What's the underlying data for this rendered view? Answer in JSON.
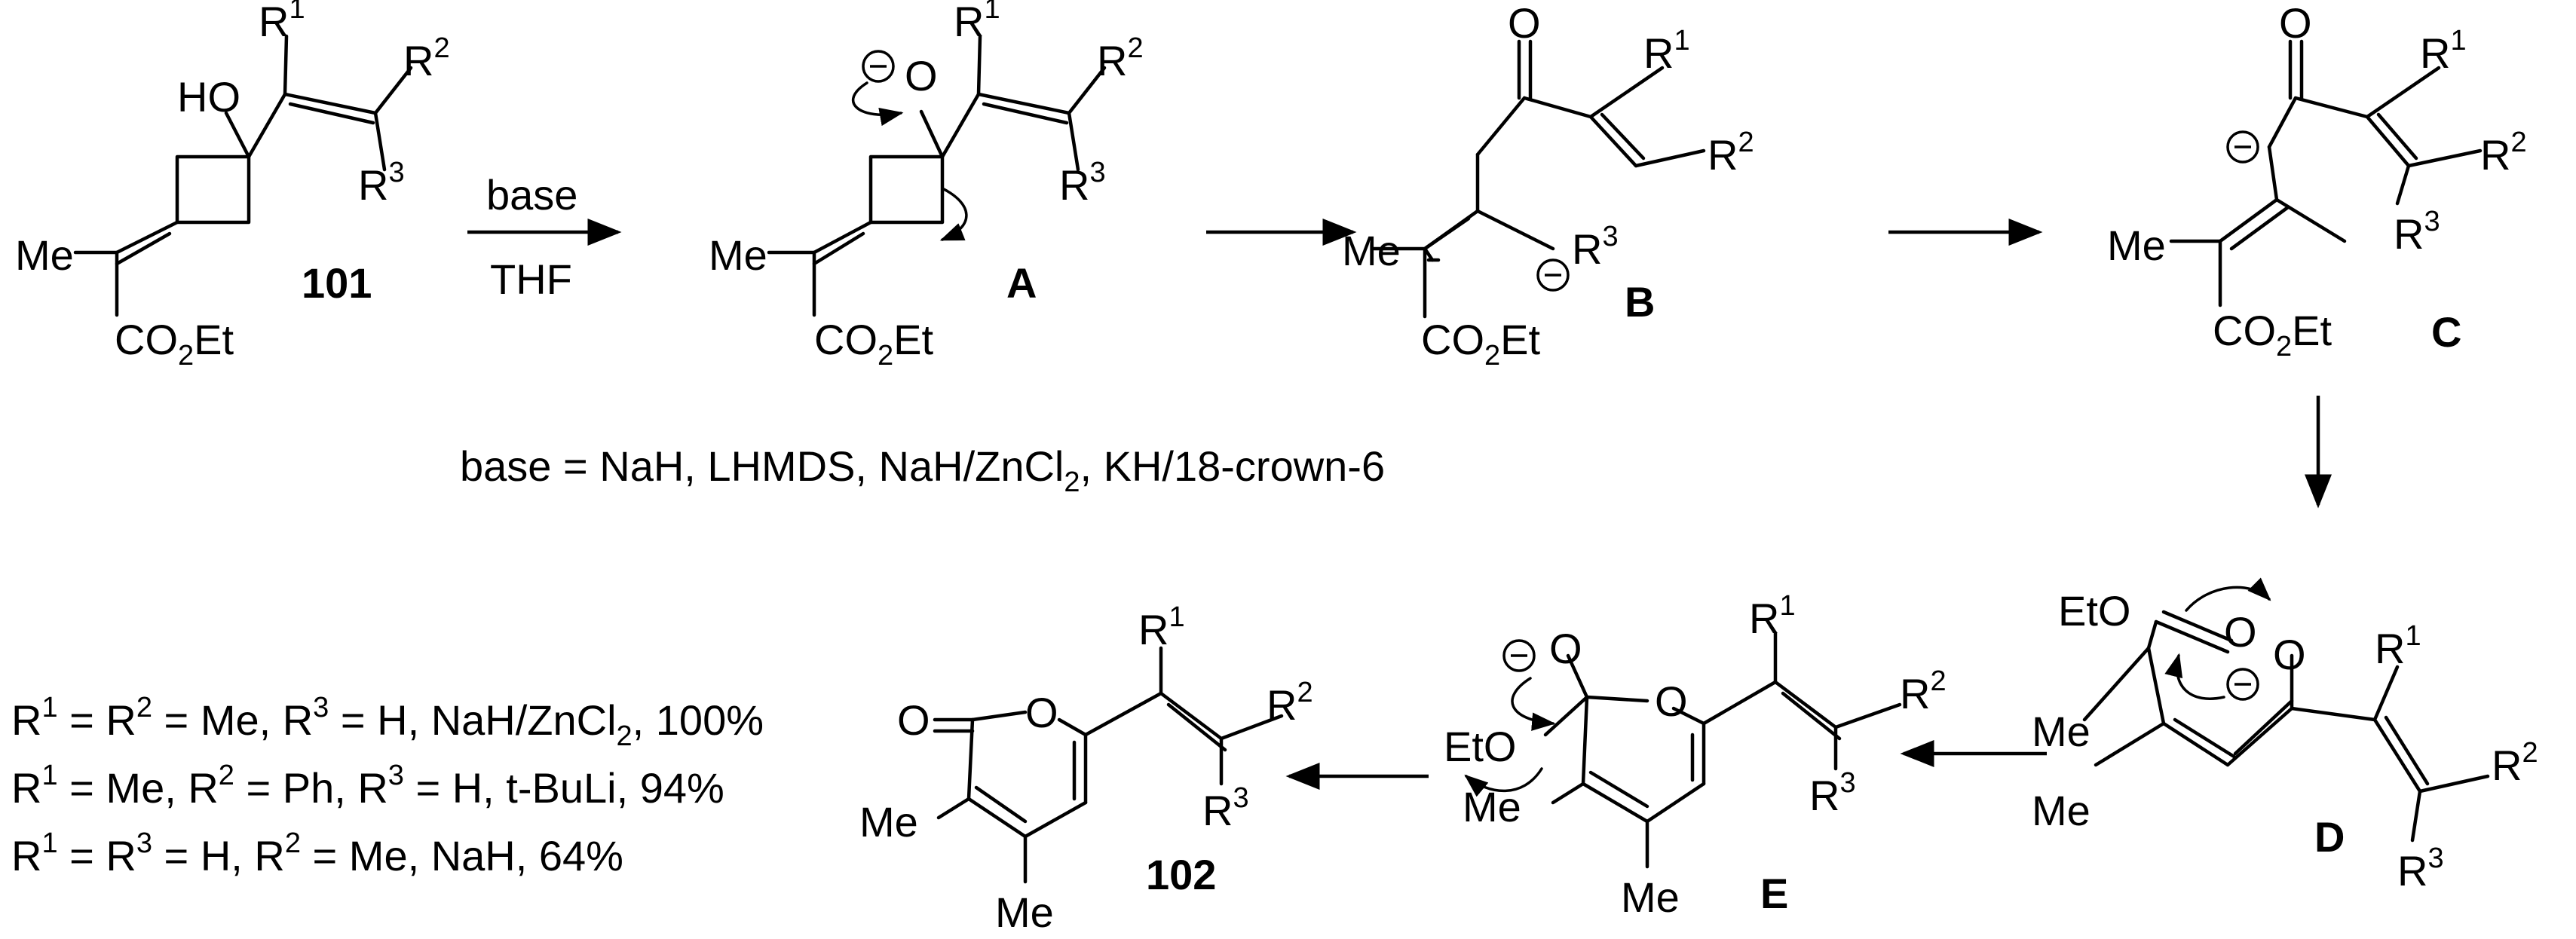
{
  "compounds": {
    "c101": "101",
    "cA": "A",
    "cB": "B",
    "cC": "C",
    "cD": "D",
    "cE": "E",
    "c102": "102"
  },
  "atoms": {
    "HO": "HO",
    "O": "O",
    "Me": "Me",
    "CO2Et_a": "CO",
    "CO2Et_sub": "2",
    "CO2Et_b": "Et",
    "EtO": "EtO",
    "R": "R",
    "sup1": "1",
    "sup2": "2",
    "sup3": "3"
  },
  "reaction": {
    "reagent_above": "base",
    "reagent_below": "THF",
    "base_line_a": "base = NaH, LHMDS, NaH/ZnCl",
    "base_line_sub": "2",
    "base_line_b": ", KH/18-crown-6"
  },
  "results": [
    {
      "p1": "R",
      "s1": "1",
      "p2": " = R",
      "s2": "2",
      "p3": " = Me, R",
      "s3": "3",
      "p4": " = H, NaH/ZnCl",
      "s4": "2",
      "p5": ", 100%"
    },
    {
      "p1": "R",
      "s1": "1",
      "p2": " = Me, R",
      "s2": "2",
      "p3": " = Ph, R",
      "s3": "3",
      "p4": " = H, t-BuLi, 94%"
    },
    {
      "p1": "R",
      "s1": "1",
      "p2": " = R",
      "s2": "3",
      "p3": " = H, R",
      "s3": "2",
      "p4": " = Me, NaH, 64%"
    }
  ],
  "icons": [
    "minus-circle-icon",
    "curved-arrow-icon",
    "reaction-arrow-icon"
  ]
}
